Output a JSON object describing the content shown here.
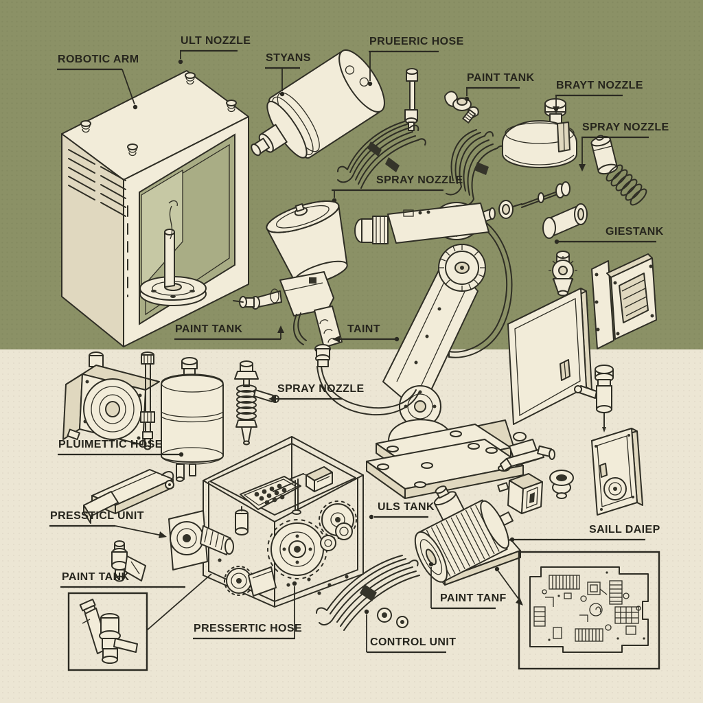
{
  "scene": {
    "kind": "exploded-parts technical illustration",
    "subject": "robotic paint spraying system components",
    "background_top_color": "#8b9166",
    "background_bottom_color": "#ece6d4",
    "line_color": "#2f2e25",
    "part_fill_color": "#f2ecd9",
    "label_text_color": "#26251d"
  },
  "labels": [
    {
      "id": "robotic-arm",
      "text": "ROBOTIC ARM"
    },
    {
      "id": "ult-nozzle",
      "text": "ULT NOZZLE"
    },
    {
      "id": "styans",
      "text": "STYANS"
    },
    {
      "id": "prueeric-hose",
      "text": "PRUEERIC HOSE"
    },
    {
      "id": "paint-tank-top",
      "text": "PAINT TANK"
    },
    {
      "id": "brayt-nozzle",
      "text": "BRAYT NOZZLE"
    },
    {
      "id": "spray-nozzle-tr",
      "text": "SPRAY NOZZLE"
    },
    {
      "id": "spray-nozzle-c",
      "text": "SPRAY NOZZLE"
    },
    {
      "id": "giestank",
      "text": "GIESTANK"
    },
    {
      "id": "paint-tank-gun",
      "text": "PAINT TANK"
    },
    {
      "id": "taint",
      "text": "TAINT"
    },
    {
      "id": "spray-nozzle-lm",
      "text": "SPRAY NOZZLE"
    },
    {
      "id": "pluimettic-hose",
      "text": "PLUIMETTIC HOSE"
    },
    {
      "id": "pressticl-unit",
      "text": "PRESSTICL UNIT"
    },
    {
      "id": "paint-tank-bl",
      "text": "PAINT TANK"
    },
    {
      "id": "pressertic-hose",
      "text": "PRESSERTIC HOSE"
    },
    {
      "id": "uls-tank",
      "text": "ULS TANK"
    },
    {
      "id": "paint-tanf",
      "text": "PAINT TANF"
    },
    {
      "id": "control-unit",
      "text": "CONTROL UNIT"
    },
    {
      "id": "saill-daiep",
      "text": "SAILL DAIEP"
    }
  ],
  "parts": [
    "spray-booth-cabinet",
    "air-tank-cylinder",
    "fitting-rod",
    "wire-hank-left",
    "wire-hank-right",
    "wing-nut",
    "paint-jug",
    "battery-cartridge",
    "coil-spring",
    "fastener-assembly",
    "flange-disc",
    "spray-gun-with-cup",
    "robot-arm",
    "access-panel",
    "mount-bracket-block",
    "small-valve",
    "needle-valve",
    "plate-device",
    "sensor-bracket",
    "grommet",
    "connector-block",
    "pump-gearbox",
    "hose-rod",
    "filter-canister",
    "nozzle-valve-assembly",
    "handle-clamp",
    "small-pressure-valve",
    "valve-inset-detail",
    "gear-control-box",
    "cable-hank-bottom",
    "electric-motor",
    "circuit-board-inset"
  ]
}
